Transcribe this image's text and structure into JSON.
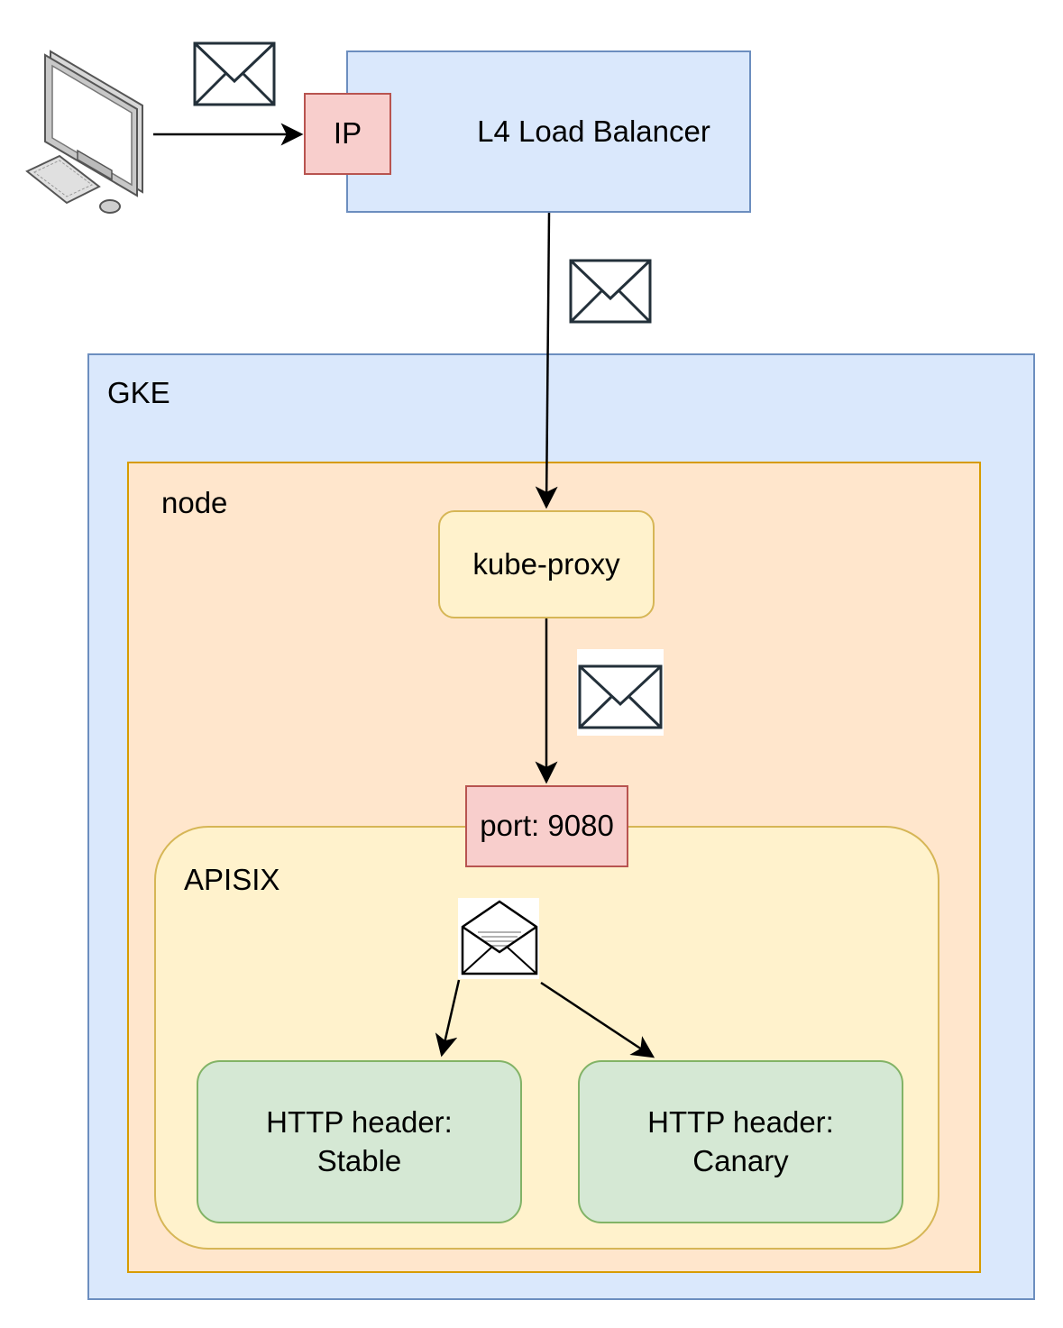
{
  "load_balancer": {
    "ip_label": "IP",
    "title": "L4 Load Balancer"
  },
  "gke": {
    "title": "GKE",
    "node": {
      "title": "node",
      "kube_proxy": "kube-proxy",
      "apisix": {
        "title": "APISIX",
        "port": "port: 9080",
        "stable": {
          "line1": "HTTP header:",
          "line2": "Stable"
        },
        "canary": {
          "line1": "HTTP header:",
          "line2": "Canary"
        }
      }
    }
  },
  "icons": {
    "client": "computer-icon",
    "message": "envelope-icon",
    "opened_message": "open-envelope-icon"
  },
  "colors": {
    "blue_fill": "#dae8fc",
    "blue_stroke": "#6c8ebf",
    "red_fill": "#f8cecc",
    "red_stroke": "#b85450",
    "orange_fill": "#ffe6cc",
    "orange_stroke": "#d79b00",
    "yellow_fill": "#fff2cc",
    "yellow_stroke": "#d6b656",
    "green_fill": "#d5e8d4",
    "green_stroke": "#82b366"
  }
}
